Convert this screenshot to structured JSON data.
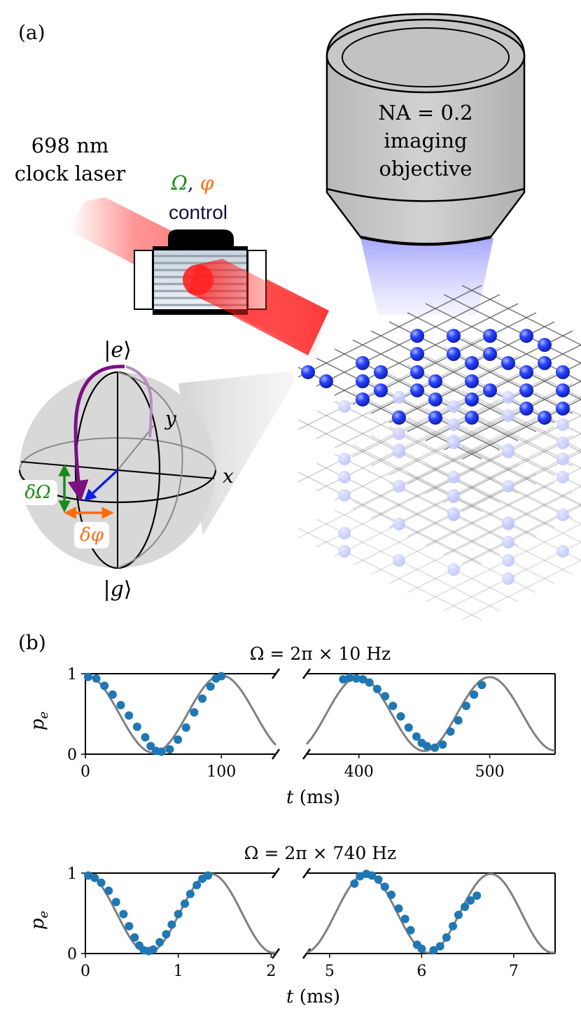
{
  "figure": {
    "panel_a_label": "(a)",
    "panel_b_label": "(b)",
    "laser_label_line1": "698 nm",
    "laser_label_line2": "clock laser",
    "control_symbol_omega": "Ω",
    "control_symbol_sep": ", ",
    "control_symbol_phi": "φ",
    "control_label": "control",
    "objective_line1": "NA = 0.2",
    "objective_line2": "imaging",
    "objective_line3": "objective",
    "bloch_top": "|e⟩",
    "bloch_bottom": "|g⟩",
    "bloch_x": "x",
    "bloch_y": "y",
    "delta_omega": "δΩ",
    "delta_phi": "δφ",
    "colors": {
      "atom_blue": "#1f3bff",
      "laser_red": "#ff2020",
      "arrow_purple": "#7b1080",
      "delta_green": "#1a8a1a",
      "delta_orange": "#ff6a10",
      "data_blue": "#1f77b4",
      "fit_gray": "#808080"
    }
  },
  "chart_data": [
    {
      "type": "line+scatter",
      "title": "Ω = 2π × 10 Hz",
      "ylabel": "p_e",
      "ylabel_main": "p",
      "ylabel_sub": "e",
      "xlabel": "t (ms)",
      "xlabel_var": "t",
      "xlabel_unit": " (ms)",
      "broken_x_axis": true,
      "segments": [
        {
          "xlim": [
            0,
            140
          ],
          "xticks": [
            0,
            100
          ],
          "xtick_labels": [
            "0",
            "100"
          ]
        },
        {
          "xlim": [
            360,
            550
          ],
          "xticks": [
            400,
            500
          ],
          "xtick_labels": [
            "400",
            "500"
          ]
        }
      ],
      "ylim": [
        0,
        1
      ],
      "yticks": [
        0,
        1
      ],
      "ytick_labels": [
        "0",
        "1"
      ],
      "fit": {
        "period": 100,
        "amplitude_start": 0.97,
        "amplitude_end": 0.91,
        "center": 0.5
      },
      "series": [
        {
          "points": [
            [
              2,
              0.96
            ],
            [
              8,
              0.94
            ],
            [
              14,
              0.85
            ],
            [
              20,
              0.74
            ],
            [
              26,
              0.61
            ],
            [
              32,
              0.48
            ],
            [
              38,
              0.34
            ],
            [
              44,
              0.21
            ],
            [
              48,
              0.1
            ],
            [
              52,
              0.04
            ],
            [
              56,
              0.03
            ],
            [
              62,
              0.06
            ],
            [
              68,
              0.18
            ],
            [
              74,
              0.33
            ],
            [
              80,
              0.52
            ],
            [
              86,
              0.69
            ],
            [
              92,
              0.84
            ],
            [
              96,
              0.94
            ],
            [
              100,
              0.97
            ],
            [
              388,
              0.93
            ],
            [
              393,
              0.95
            ],
            [
              398,
              0.94
            ],
            [
              403,
              0.93
            ],
            [
              408,
              0.89
            ],
            [
              414,
              0.81
            ],
            [
              420,
              0.72
            ],
            [
              426,
              0.6
            ],
            [
              432,
              0.47
            ],
            [
              438,
              0.33
            ],
            [
              444,
              0.22
            ],
            [
              448,
              0.14
            ],
            [
              452,
              0.1
            ],
            [
              458,
              0.08
            ],
            [
              464,
              0.12
            ],
            [
              470,
              0.28
            ],
            [
              476,
              0.42
            ],
            [
              482,
              0.6
            ],
            [
              488,
              0.74
            ],
            [
              494,
              0.86
            ]
          ]
        }
      ]
    },
    {
      "type": "line+scatter",
      "title": "Ω = 2π × 740 Hz",
      "ylabel": "p_e",
      "ylabel_main": "p",
      "ylabel_sub": "e",
      "xlabel": "t (ms)",
      "xlabel_var": "t",
      "xlabel_unit": " (ms)",
      "broken_x_axis": true,
      "segments": [
        {
          "xlim": [
            0,
            2.05
          ],
          "xticks": [
            0,
            1,
            2
          ],
          "xtick_labels": [
            "0",
            "1",
            "2"
          ]
        },
        {
          "xlim": [
            4.75,
            7.45
          ],
          "xticks": [
            5,
            6,
            7
          ],
          "xtick_labels": [
            "5",
            "6",
            "7"
          ]
        }
      ],
      "ylim": [
        0,
        1
      ],
      "yticks": [
        0,
        1
      ],
      "ytick_labels": [
        "0",
        "1"
      ],
      "fit": {
        "period": 1.35,
        "amplitude_start": 0.98,
        "amplitude_end": 0.98,
        "center": 0.5
      },
      "series": [
        {
          "points": [
            [
              0.03,
              0.97
            ],
            [
              0.1,
              0.94
            ],
            [
              0.17,
              0.88
            ],
            [
              0.25,
              0.78
            ],
            [
              0.33,
              0.64
            ],
            [
              0.41,
              0.49
            ],
            [
              0.47,
              0.34
            ],
            [
              0.53,
              0.2
            ],
            [
              0.58,
              0.1
            ],
            [
              0.63,
              0.04
            ],
            [
              0.68,
              0.03
            ],
            [
              0.73,
              0.05
            ],
            [
              0.8,
              0.14
            ],
            [
              0.87,
              0.24
            ],
            [
              0.93,
              0.36
            ],
            [
              1.0,
              0.49
            ],
            [
              1.07,
              0.62
            ],
            [
              1.13,
              0.74
            ],
            [
              1.2,
              0.85
            ],
            [
              1.26,
              0.93
            ],
            [
              1.32,
              0.97
            ],
            [
              5.27,
              0.87
            ],
            [
              5.33,
              0.96
            ],
            [
              5.4,
              0.99
            ],
            [
              5.46,
              0.97
            ],
            [
              5.53,
              0.92
            ],
            [
              5.6,
              0.83
            ],
            [
              5.67,
              0.73
            ],
            [
              5.75,
              0.56
            ],
            [
              5.82,
              0.43
            ],
            [
              5.88,
              0.29
            ],
            [
              5.95,
              0.11
            ],
            [
              6.0,
              0.06
            ],
            [
              6.13,
              0.04
            ],
            [
              6.2,
              0.09
            ],
            [
              6.27,
              0.2
            ],
            [
              6.34,
              0.34
            ],
            [
              6.4,
              0.48
            ],
            [
              6.47,
              0.58
            ],
            [
              6.53,
              0.66
            ],
            [
              6.6,
              0.72
            ]
          ]
        }
      ]
    }
  ]
}
